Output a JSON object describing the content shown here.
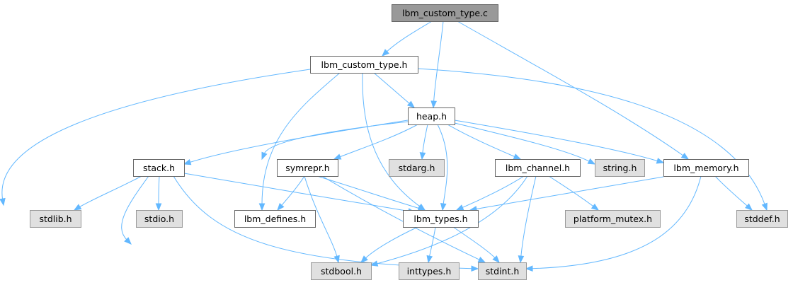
{
  "graph": {
    "nodes": [
      {
        "id": "lbm_custom_type_c",
        "label": "lbm_custom_type.c",
        "kind": "root"
      },
      {
        "id": "lbm_custom_type_h",
        "label": "lbm_custom_type.h",
        "kind": "header"
      },
      {
        "id": "heap_h",
        "label": "heap.h",
        "kind": "header"
      },
      {
        "id": "stack_h",
        "label": "stack.h",
        "kind": "header"
      },
      {
        "id": "symrepr_h",
        "label": "symrepr.h",
        "kind": "header"
      },
      {
        "id": "stdarg_h",
        "label": "stdarg.h",
        "kind": "system"
      },
      {
        "id": "lbm_channel_h",
        "label": "lbm_channel.h",
        "kind": "header"
      },
      {
        "id": "string_h",
        "label": "string.h",
        "kind": "system"
      },
      {
        "id": "lbm_memory_h",
        "label": "lbm_memory.h",
        "kind": "header"
      },
      {
        "id": "stdlib_h",
        "label": "stdlib.h",
        "kind": "system"
      },
      {
        "id": "stdio_h",
        "label": "stdio.h",
        "kind": "system"
      },
      {
        "id": "lbm_defines_h",
        "label": "lbm_defines.h",
        "kind": "header"
      },
      {
        "id": "lbm_types_h",
        "label": "lbm_types.h",
        "kind": "header"
      },
      {
        "id": "platform_mutex_h",
        "label": "platform_mutex.h",
        "kind": "system"
      },
      {
        "id": "stddef_h",
        "label": "stddef.h",
        "kind": "system"
      },
      {
        "id": "stdbool_h",
        "label": "stdbool.h",
        "kind": "system"
      },
      {
        "id": "inttypes_h",
        "label": "inttypes.h",
        "kind": "system"
      },
      {
        "id": "stdint_h",
        "label": "stdint.h",
        "kind": "system"
      }
    ],
    "edges": [
      [
        "lbm_custom_type_c",
        "lbm_custom_type_h"
      ],
      [
        "lbm_custom_type_c",
        "heap_h"
      ],
      [
        "lbm_custom_type_c",
        "lbm_memory_h"
      ],
      [
        "lbm_custom_type_h",
        "heap_h"
      ],
      [
        "lbm_custom_type_h",
        "lbm_defines_h"
      ],
      [
        "lbm_custom_type_h",
        "lbm_types_h"
      ],
      [
        "lbm_custom_type_h",
        "stdbool_h"
      ],
      [
        "lbm_custom_type_h",
        "stddef_h"
      ],
      [
        "heap_h",
        "stack_h"
      ],
      [
        "heap_h",
        "symrepr_h"
      ],
      [
        "heap_h",
        "stdarg_h"
      ],
      [
        "heap_h",
        "lbm_channel_h"
      ],
      [
        "heap_h",
        "string_h"
      ],
      [
        "heap_h",
        "lbm_memory_h"
      ],
      [
        "heap_h",
        "lbm_defines_h"
      ],
      [
        "heap_h",
        "lbm_types_h"
      ],
      [
        "stack_h",
        "stdlib_h"
      ],
      [
        "stack_h",
        "stdio_h"
      ],
      [
        "stack_h",
        "lbm_types_h"
      ],
      [
        "stack_h",
        "stdbool_h"
      ],
      [
        "stack_h",
        "stdint_h"
      ],
      [
        "symrepr_h",
        "lbm_defines_h"
      ],
      [
        "symrepr_h",
        "lbm_types_h"
      ],
      [
        "symrepr_h",
        "stdbool_h"
      ],
      [
        "symrepr_h",
        "stdint_h"
      ],
      [
        "lbm_channel_h",
        "lbm_types_h"
      ],
      [
        "lbm_channel_h",
        "platform_mutex_h"
      ],
      [
        "lbm_channel_h",
        "stdbool_h"
      ],
      [
        "lbm_channel_h",
        "stdint_h"
      ],
      [
        "lbm_memory_h",
        "lbm_types_h"
      ],
      [
        "lbm_memory_h",
        "stddef_h"
      ],
      [
        "lbm_memory_h",
        "stdint_h"
      ],
      [
        "lbm_types_h",
        "stdbool_h"
      ],
      [
        "lbm_types_h",
        "inttypes_h"
      ],
      [
        "lbm_types_h",
        "stdint_h"
      ]
    ]
  },
  "colors": {
    "edge": "#63b8ff",
    "root_fill": "#999999",
    "header_fill": "#ffffff",
    "system_fill": "#e0e0e0",
    "header_stroke": "#666666",
    "system_stroke": "#999999"
  }
}
